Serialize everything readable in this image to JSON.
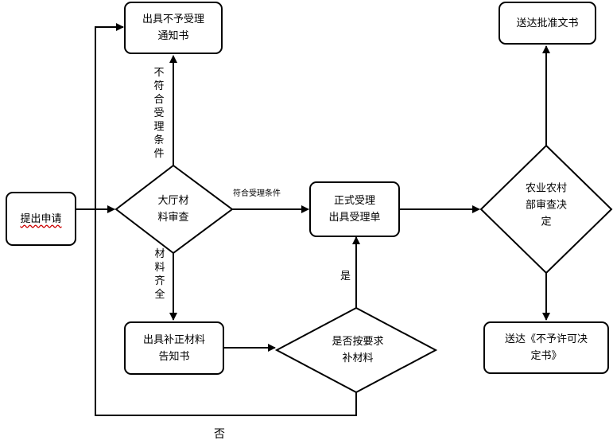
{
  "nodes": {
    "submit": "提出申请",
    "hall_review": "大厅材\n料审查",
    "notice_reject": "出具不予受理\n通知书",
    "formal_accept": "正式受理\n出具受理单",
    "notice_correction": "出具补正材料\n告知书",
    "supplement_check": "是否按要求\n补材料",
    "ministry_decision": "农业农村\n部审查决\n定",
    "approval_doc": "送达批准文书",
    "deny_doc": "送达《不予许可决\n定书》"
  },
  "edge_labels": {
    "not_meet": "不\n符\n合\n受\n理\n条\n件",
    "meet": "符合受理条件",
    "complete": "材\n料\n齐\n全",
    "yes": "是",
    "no": "否"
  }
}
